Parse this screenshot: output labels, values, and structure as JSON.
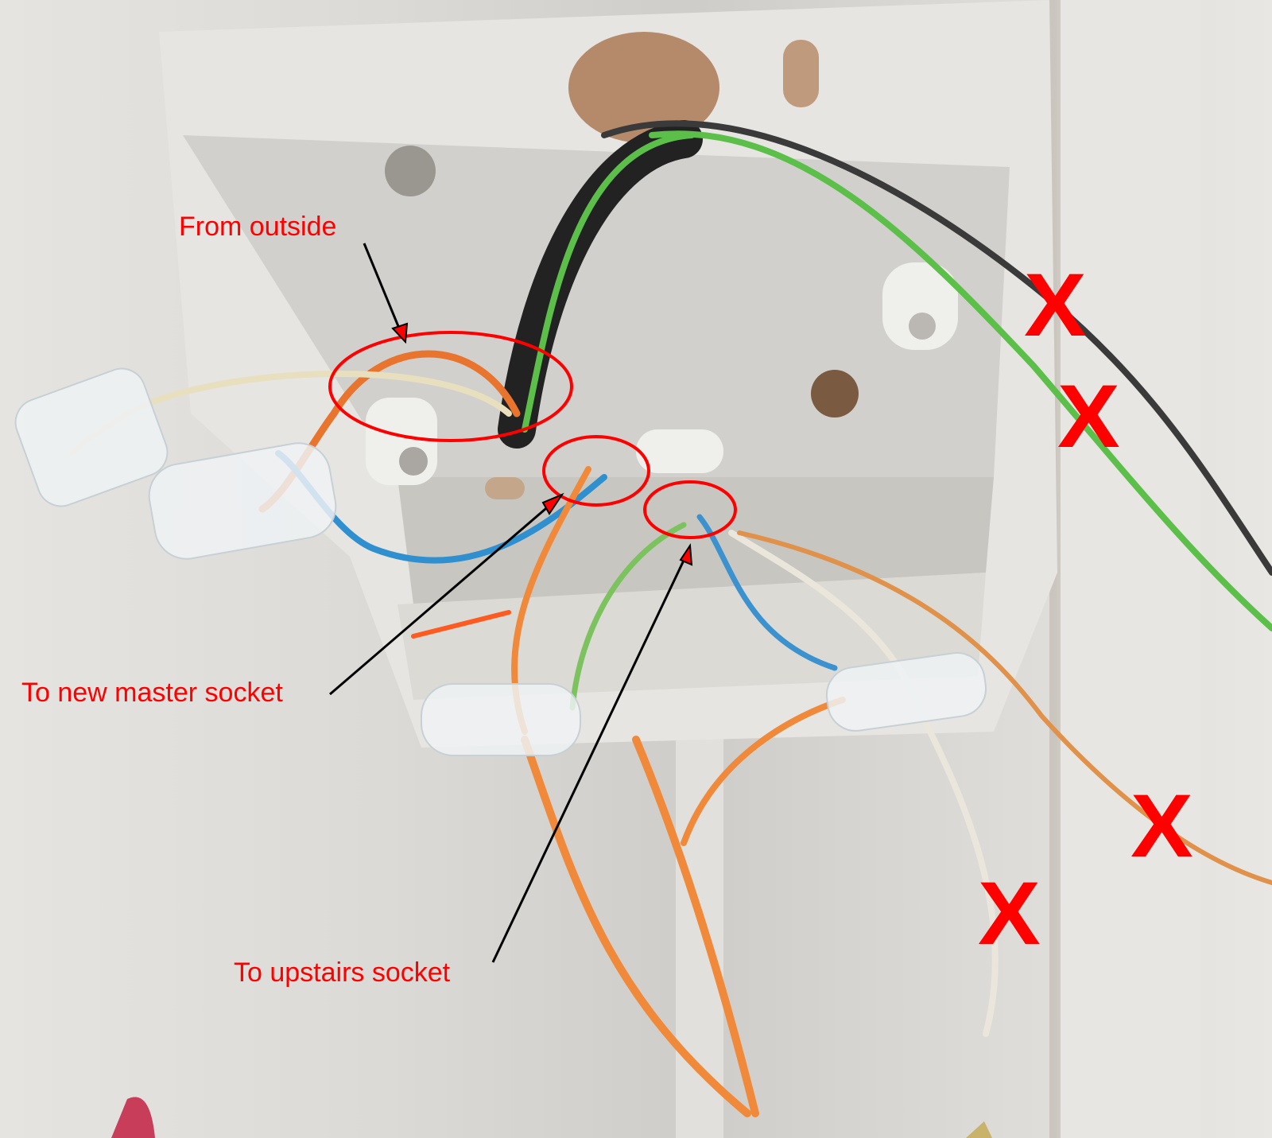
{
  "image": {
    "description": "Photo of an opened telephone junction box on a white wall with annotated wiring",
    "colors": {
      "annotation_red": "#ff0000",
      "arrow_black": "#000000",
      "wall": "#dcdad6",
      "box": "#e4e3df"
    }
  },
  "annotations": {
    "labels": [
      {
        "id": "from-outside",
        "text": "From outside"
      },
      {
        "id": "to-new-master-socket",
        "text": "To new master socket"
      },
      {
        "id": "to-upstairs-socket",
        "text": "To upstairs socket"
      }
    ],
    "x_marks": [
      {
        "text": "X"
      },
      {
        "text": "X"
      },
      {
        "text": "X"
      },
      {
        "text": "X"
      }
    ]
  }
}
